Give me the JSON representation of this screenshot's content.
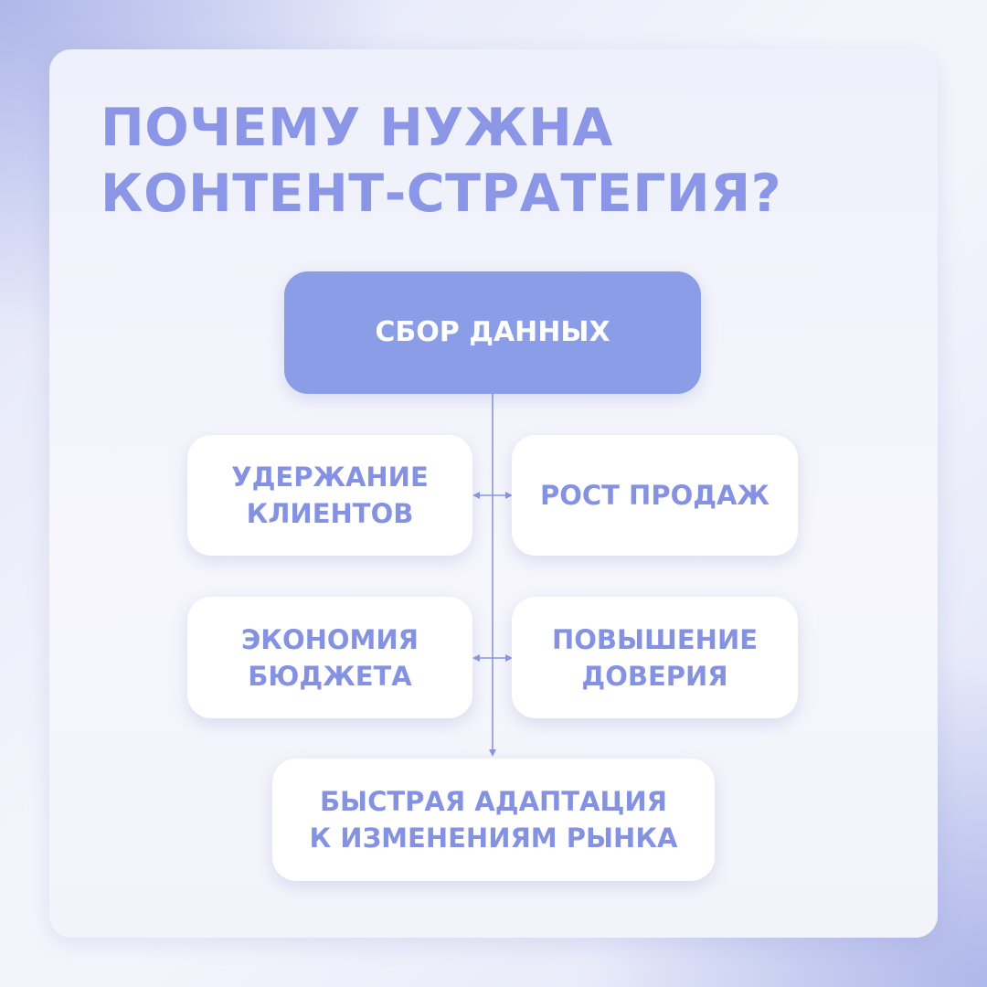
{
  "title": {
    "line1": "ПОЧЕМУ НУЖНА",
    "line2": "КОНТЕНТ-СТРАТЕГИЯ?"
  },
  "nodes": {
    "top": {
      "line1": "СБОР ДАННЫХ"
    },
    "left1": {
      "line1": "УДЕРЖАНИЕ",
      "line2": "КЛИЕНТОВ"
    },
    "right1": {
      "line1": "РОСТ ПРОДАЖ"
    },
    "left2": {
      "line1": "ЭКОНОМИЯ",
      "line2": "БЮДЖЕТА"
    },
    "right2": {
      "line1": "ПОВЫШЕНИЕ",
      "line2": "ДОВЕРИЯ"
    },
    "bottom": {
      "line1": "БЫСТРАЯ АДАПТАЦИЯ",
      "line2": "К ИЗМЕНЕНИЯМ РЫНКА"
    }
  },
  "colors": {
    "accent": "#8a9de6",
    "title_text": "#8b97e6",
    "node_text": "#8592e2",
    "connector": "#8a96e0"
  }
}
